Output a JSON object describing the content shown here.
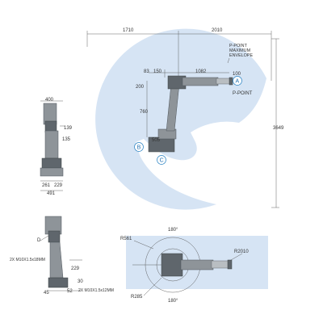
{
  "colors": {
    "envelope": "#d6e4f4",
    "accent": "#2a83c4",
    "robot": "#8e9499",
    "line": "#555555"
  },
  "top_view": {
    "dim_left_width": "1710",
    "dim_right_width": "2010",
    "envelope_label_line1": "P-POINT",
    "envelope_label_line2": "MAXIMUM",
    "envelope_label_line3": "ENVELOPE",
    "dim_83": "83",
    "dim_150": "150",
    "dim_1082": "1082",
    "dim_100": "100",
    "dim_200": "200",
    "dim_760": "760",
    "dim_505": "505",
    "dim_height": "3649",
    "p_point_label": "P-POINT",
    "marker_a": "A",
    "marker_b": "B",
    "marker_c": "C"
  },
  "side_view": {
    "dim_400": "400",
    "dim_139": "139",
    "dim_135": "135",
    "dim_261": "261",
    "dim_229": "229",
    "dim_491": "491"
  },
  "detail_view": {
    "label_d": "D",
    "bolt_upper": "2X M10X1.5x18MM",
    "dim_229": "229",
    "dim_45": "45",
    "dim_52": "52",
    "dim_30": "30",
    "bolt_lower": "2X M10X1.5x12MM"
  },
  "plan_view": {
    "angle_top": "180°",
    "r561": "R561",
    "r2010": "R2010",
    "r285": "R285",
    "angle_bottom": "180°"
  }
}
